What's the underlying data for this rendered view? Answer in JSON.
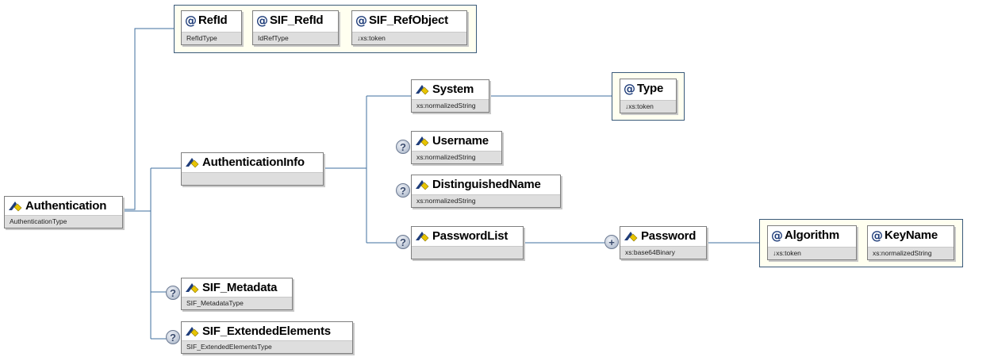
{
  "root": {
    "name": "Authentication",
    "type": "AuthenticationType"
  },
  "root_attributes": [
    {
      "name": "RefId",
      "type": "RefIdType"
    },
    {
      "name": "SIF_RefId",
      "type": "IdRefType"
    },
    {
      "name": "SIF_RefObject",
      "type": "↓xs:token"
    }
  ],
  "auth_info": {
    "name": "AuthenticationInfo",
    "type": ""
  },
  "system": {
    "name": "System",
    "type": "xs:normalizedString"
  },
  "system_attributes": [
    {
      "name": "Type",
      "type": "↓xs:token"
    }
  ],
  "username": {
    "name": "Username",
    "type": "xs:normalizedString"
  },
  "distinguished_name": {
    "name": "DistinguishedName",
    "type": "xs:normalizedString"
  },
  "password_list": {
    "name": "PasswordList",
    "type": ""
  },
  "password": {
    "name": "Password",
    "type": "xs:base64Binary"
  },
  "password_attributes": [
    {
      "name": "Algorithm",
      "type": "↓xs:token"
    },
    {
      "name": "KeyName",
      "type": "xs:normalizedString"
    }
  ],
  "metadata": {
    "name": "SIF_Metadata",
    "type": "SIF_MetadataType"
  },
  "extended": {
    "name": "SIF_ExtendedElements",
    "type": "SIF_ExtendedElementsType"
  },
  "badges": {
    "optional": "?",
    "repeat": "+"
  },
  "colors": {
    "wire": "#3f6f9f",
    "attr_group_bg": "#fffff0",
    "type_bar": "#dedede"
  }
}
